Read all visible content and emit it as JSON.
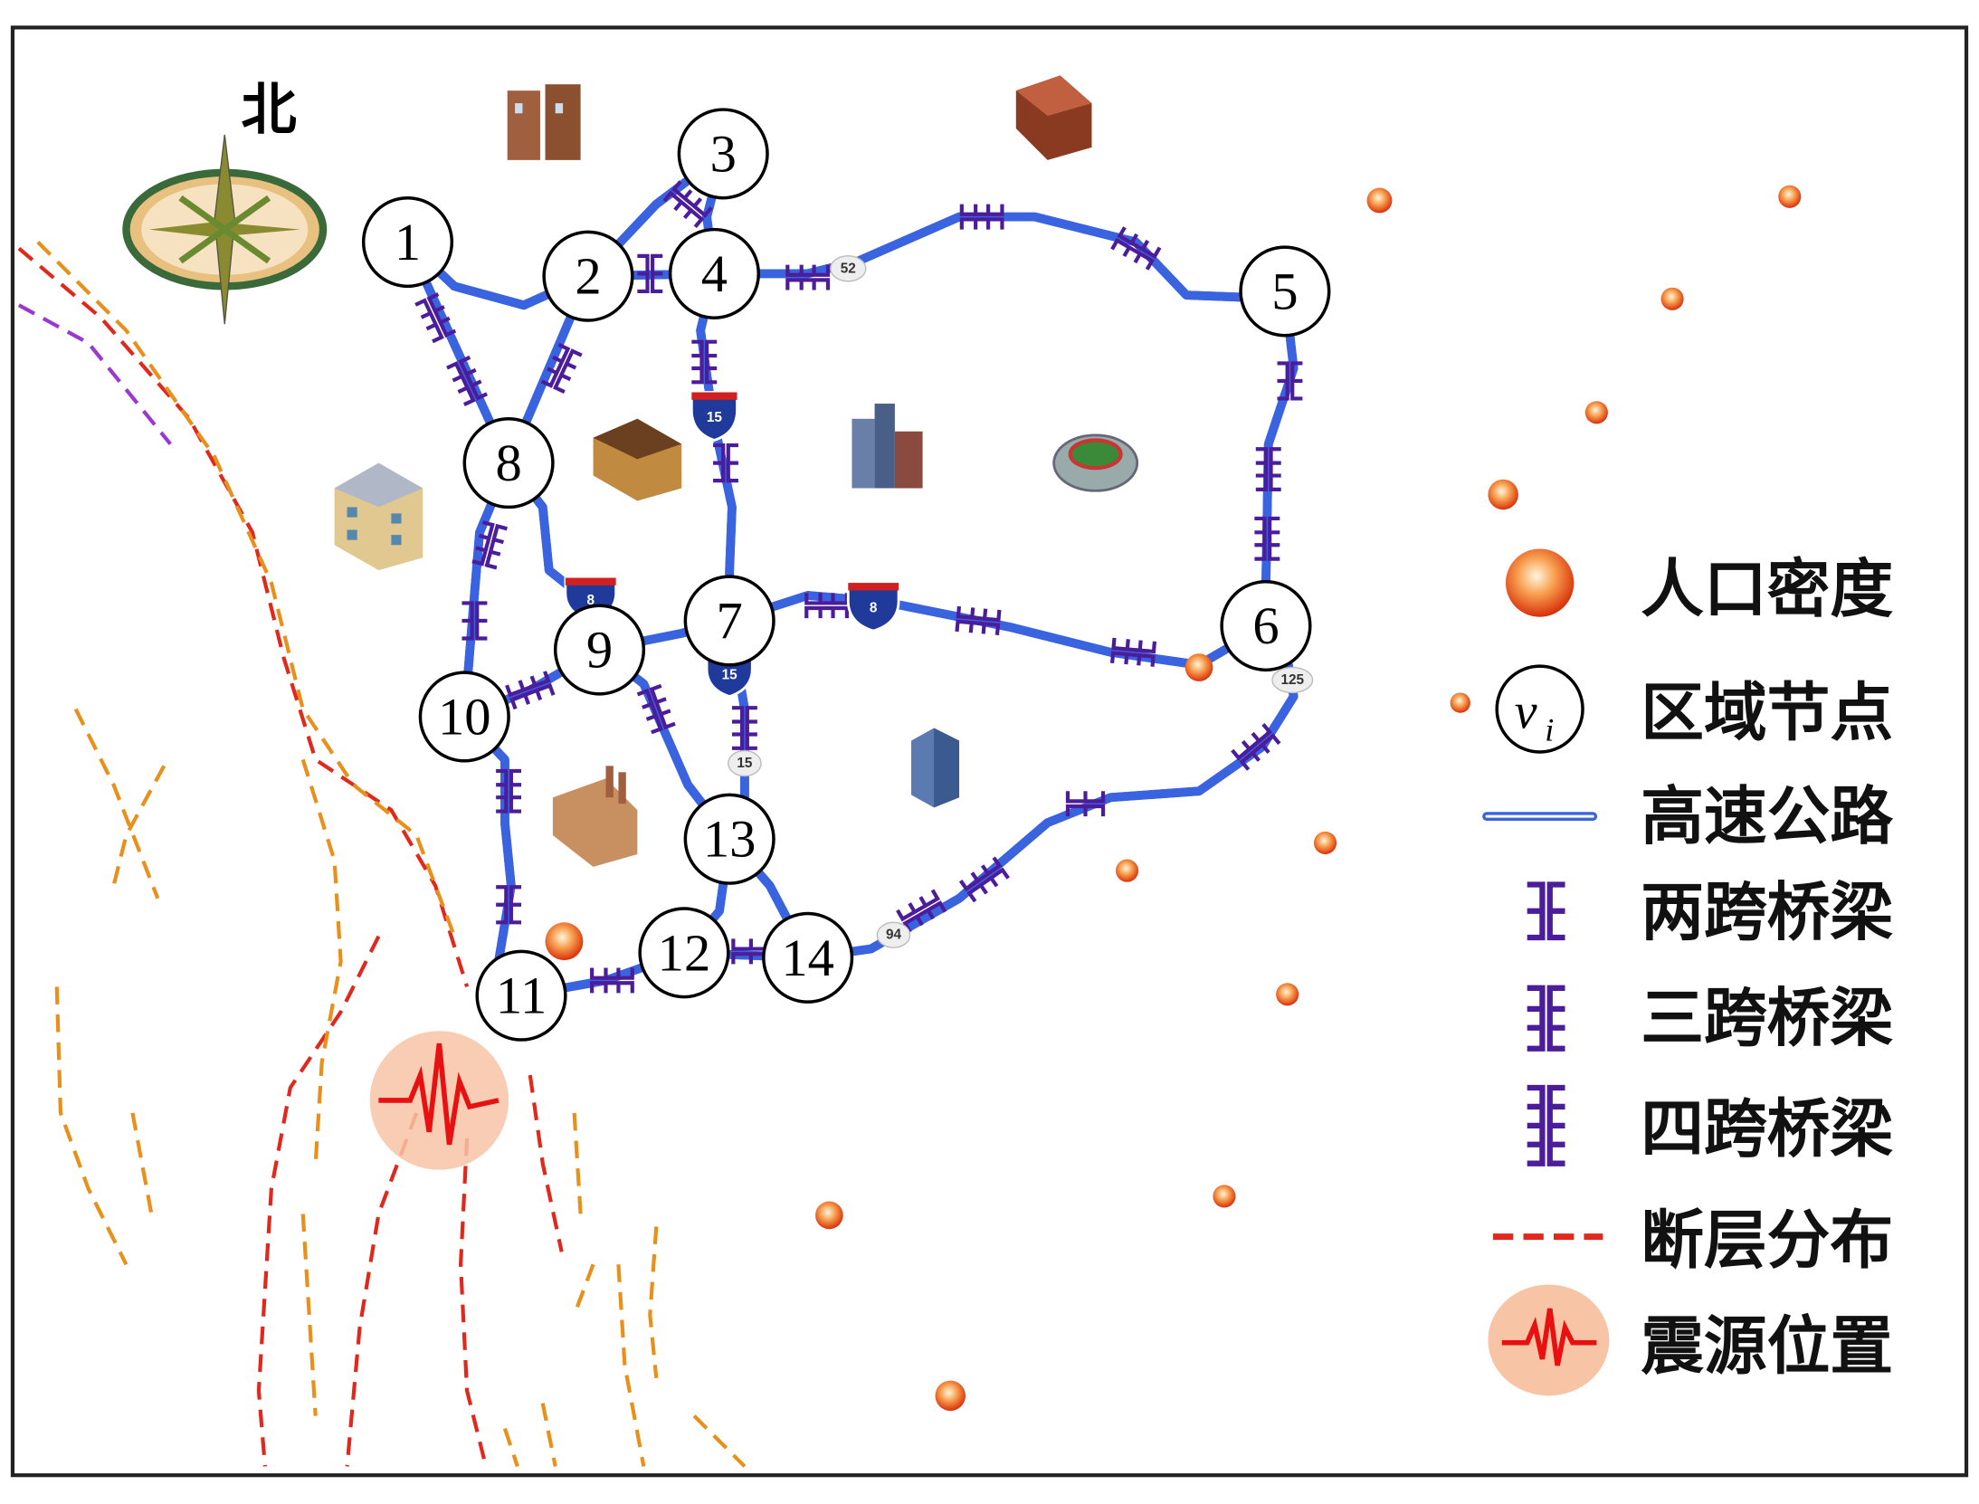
{
  "north_label": "北",
  "nodes": [
    "1",
    "2",
    "3",
    "4",
    "5",
    "6",
    "7",
    "8",
    "9",
    "10",
    "11",
    "12",
    "13",
    "14"
  ],
  "highway_shields": {
    "i15_a": "15",
    "i15_b": "15",
    "i8_a": "8",
    "i8_b": "8",
    "r52": "52",
    "r125": "125",
    "r15": "15",
    "r94": "94"
  },
  "legend": {
    "items": [
      {
        "symbol": "population-dot",
        "label": "人口密度"
      },
      {
        "symbol": "node-circle",
        "symbol_text": "v",
        "symbol_sub": "i",
        "label": "区域节点"
      },
      {
        "symbol": "highway-line",
        "label": "高速公路"
      },
      {
        "symbol": "two-span-bridge",
        "label": "两跨桥梁"
      },
      {
        "symbol": "three-span-bridge",
        "label": "三跨桥梁"
      },
      {
        "symbol": "four-span-bridge",
        "label": "四跨桥梁"
      },
      {
        "symbol": "fault-dashed-line",
        "label": "断层分布"
      },
      {
        "symbol": "epicenter",
        "label": "震源位置"
      }
    ]
  },
  "colors": {
    "road": "#3a63e0",
    "bridge": "#4b1d9a",
    "fault_red": "#e0281c",
    "fault_orange": "#e8901a",
    "population": "#e85a10",
    "epicenter": "#f7c4a6"
  }
}
